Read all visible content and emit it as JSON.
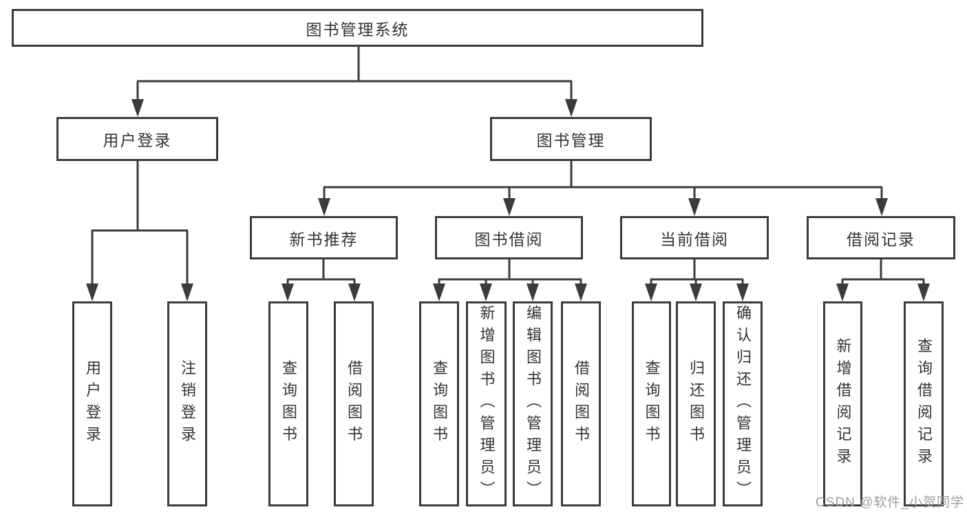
{
  "diagram": {
    "root": {
      "label": "图书管理系统"
    },
    "level2": {
      "user_login": {
        "label": "用户登录"
      },
      "book_mgmt": {
        "label": "图书管理"
      }
    },
    "level3": {
      "new_book_recommend": {
        "label": "新书推荐"
      },
      "book_borrow": {
        "label": "图书借阅"
      },
      "current_borrow": {
        "label": "当前借阅"
      },
      "borrow_records": {
        "label": "借阅记录"
      }
    },
    "leaves": {
      "user": [
        "用户登录",
        "注销登录"
      ],
      "recommend": [
        "查询图书",
        "借阅图书"
      ],
      "borrow": [
        "查询图书",
        "新增图书（管理员）",
        "编辑图书（管理员）",
        "借阅图书"
      ],
      "current": [
        "查询图书",
        "归还图书",
        "确认归还（管理员）"
      ],
      "records": [
        "新增借阅记录",
        "查询借阅记录"
      ]
    }
  },
  "colors": {
    "line": "#3b3b3b",
    "text": "#333333",
    "boxbg": "#ffffff",
    "watermark": "#9e9e9e"
  },
  "watermark": {
    "text": "CSDN @软件_小贺同学"
  }
}
